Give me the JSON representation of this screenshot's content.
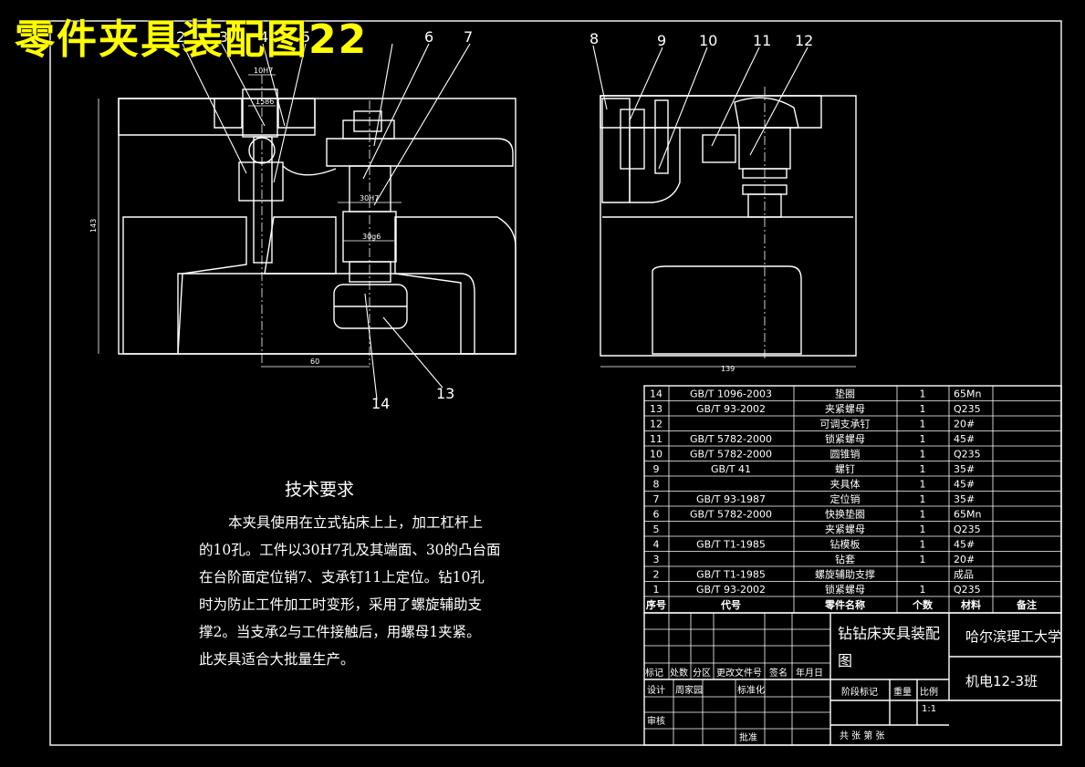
{
  "overlay_title": "零件夹具装配图22",
  "part_labels_left": [
    "2",
    "3",
    "4",
    "5",
    "6",
    "7"
  ],
  "part_labels_right": [
    "8",
    "9",
    "10",
    "11",
    "12"
  ],
  "part_labels_bottom": [
    "14",
    "13"
  ],
  "dimensions": {
    "d10": "10H7",
    "d1": "1586",
    "hole_fit": "30H7",
    "boss": "30g6",
    "height": "143",
    "width_left": "60",
    "width_right": "139"
  },
  "tech_requirements": {
    "title": "技术要求",
    "lines": [
      "本夹具使用在立式钻床上上，加工杠杆上",
      "的10孔。工件以30H7孔及其端面、30的凸台面",
      "在台阶面定位销7、支承钉11上定位。钻10孔",
      "时为防止工件加工时变形，采用了螺旋辅助支",
      "撑2。当支承2与工件接触后，用螺母1夹紧。",
      "此夹具适合大批量生产。"
    ]
  },
  "bom": {
    "headers": [
      "序号",
      "代号",
      "零件名称",
      "个数",
      "材料",
      "备注"
    ],
    "rows": [
      [
        "14",
        "GB/T 1096-2003",
        "垫圈",
        "1",
        "65Mn",
        ""
      ],
      [
        "13",
        "GB/T 93-2002",
        "夹紧螺母",
        "1",
        "Q235",
        ""
      ],
      [
        "12",
        "",
        "可调支承钉",
        "1",
        "20#",
        ""
      ],
      [
        "11",
        "GB/T 5782-2000",
        "锁紧螺母",
        "1",
        "45#",
        ""
      ],
      [
        "10",
        "GB/T 5782-2000",
        "圆锥销",
        "1",
        "Q235",
        ""
      ],
      [
        "9",
        "GB/T 41",
        "螺钉",
        "1",
        "35#",
        ""
      ],
      [
        "8",
        "",
        "夹具体",
        "1",
        "45#",
        ""
      ],
      [
        "7",
        "GB/T 93-1987",
        "定位销",
        "1",
        "35#",
        ""
      ],
      [
        "6",
        "GB/T 5782-2000",
        "快换垫圈",
        "1",
        "65Mn",
        ""
      ],
      [
        "5",
        "",
        "夹紧螺母",
        "1",
        "Q235",
        ""
      ],
      [
        "4",
        "GB/T T1-1985",
        "钻模板",
        "1",
        "45#",
        ""
      ],
      [
        "3",
        "",
        "钻套",
        "1",
        "20#",
        ""
      ],
      [
        "2",
        "GB/T T1-1985",
        "螺旋辅助支撑",
        "",
        "成品",
        ""
      ],
      [
        "1",
        "GB/T 93-2002",
        "锁紧螺母",
        "1",
        "Q235",
        ""
      ]
    ]
  },
  "title_block": {
    "drawing_name": "钻钻床夹具装配图",
    "school": "哈尔滨理工大学",
    "class_name": "机电12-3班",
    "revision_headers": [
      "标记",
      "处数",
      "分区",
      "更改文件号",
      "签名",
      "年月日"
    ],
    "design_label": "设计",
    "designer": "周家园",
    "standard_label": "标准化",
    "review_label": "审核",
    "approve_label": "批准",
    "stage_label": "阶段标记",
    "weight_label": "重量",
    "scale_label": "比例",
    "scale_value": "1:1",
    "sheet_text": "共  张 第  张"
  },
  "colors": {
    "background": "#000000",
    "lines": "#ffffff",
    "overlay_title": "#ffff00"
  }
}
